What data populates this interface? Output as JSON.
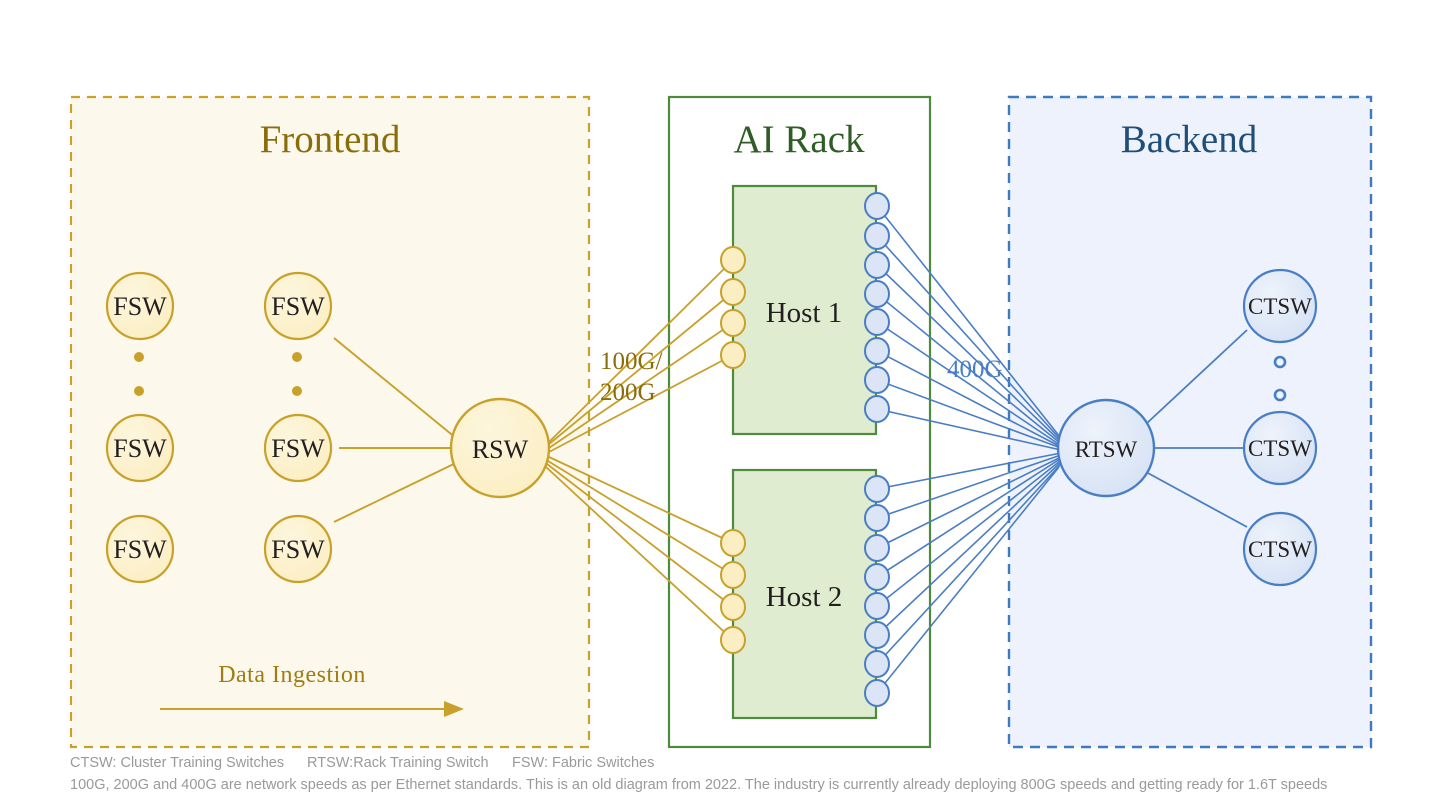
{
  "diagram": {
    "title_frontend": "Frontend",
    "title_airack": "AI Rack",
    "title_backend": "Backend",
    "colors": {
      "gold_stroke": "#c8a12a",
      "gold_fill": "#fdf0c9",
      "gold_zone_fill": "#fdf8ec",
      "gold_text": "#8a6d0b",
      "green_stroke": "#4e8b3f",
      "green_fill": "#dfeccf",
      "blue_stroke": "#4a7ec4",
      "blue_fill": "#dbe5f6",
      "blue_zone_fill": "#eef2fc",
      "blue_text": "#1f4e79",
      "caption_text": "#9a9a9a"
    }
  },
  "frontend": {
    "fsw_col1": [
      {
        "label": "FSW"
      },
      {
        "label": "FSW"
      },
      {
        "label": "FSW"
      }
    ],
    "fsw_col2": [
      {
        "label": "FSW"
      },
      {
        "label": "FSW"
      },
      {
        "label": "FSW"
      }
    ],
    "rsw": {
      "label": "RSW"
    },
    "ingestion_label": "Data  Ingestion"
  },
  "airack": {
    "hosts": [
      {
        "label": "Host 1",
        "left_ports": 4,
        "right_ports": 8
      },
      {
        "label": "Host 2",
        "left_ports": 4,
        "right_ports": 8
      }
    ]
  },
  "backend": {
    "rtsw": {
      "label": "RTSW"
    },
    "ctsw": [
      {
        "label": "CTSW"
      },
      {
        "label": "CTSW"
      },
      {
        "label": "CTSW"
      }
    ]
  },
  "speeds": {
    "frontend_line1": "100G/",
    "frontend_line2": "200G",
    "backend": "400G"
  },
  "legend": {
    "ctsw": "CTSW: Cluster Training Switches",
    "rtsw": "RTSW:Rack Training Switch",
    "fsw": "FSW: Fabric Switches"
  },
  "caption": "100G, 200G and 400G are network speeds as per Ethernet standards. This is an old diagram from 2022. The industry is currently already deploying 800G speeds and getting ready for 1.6T speeds"
}
